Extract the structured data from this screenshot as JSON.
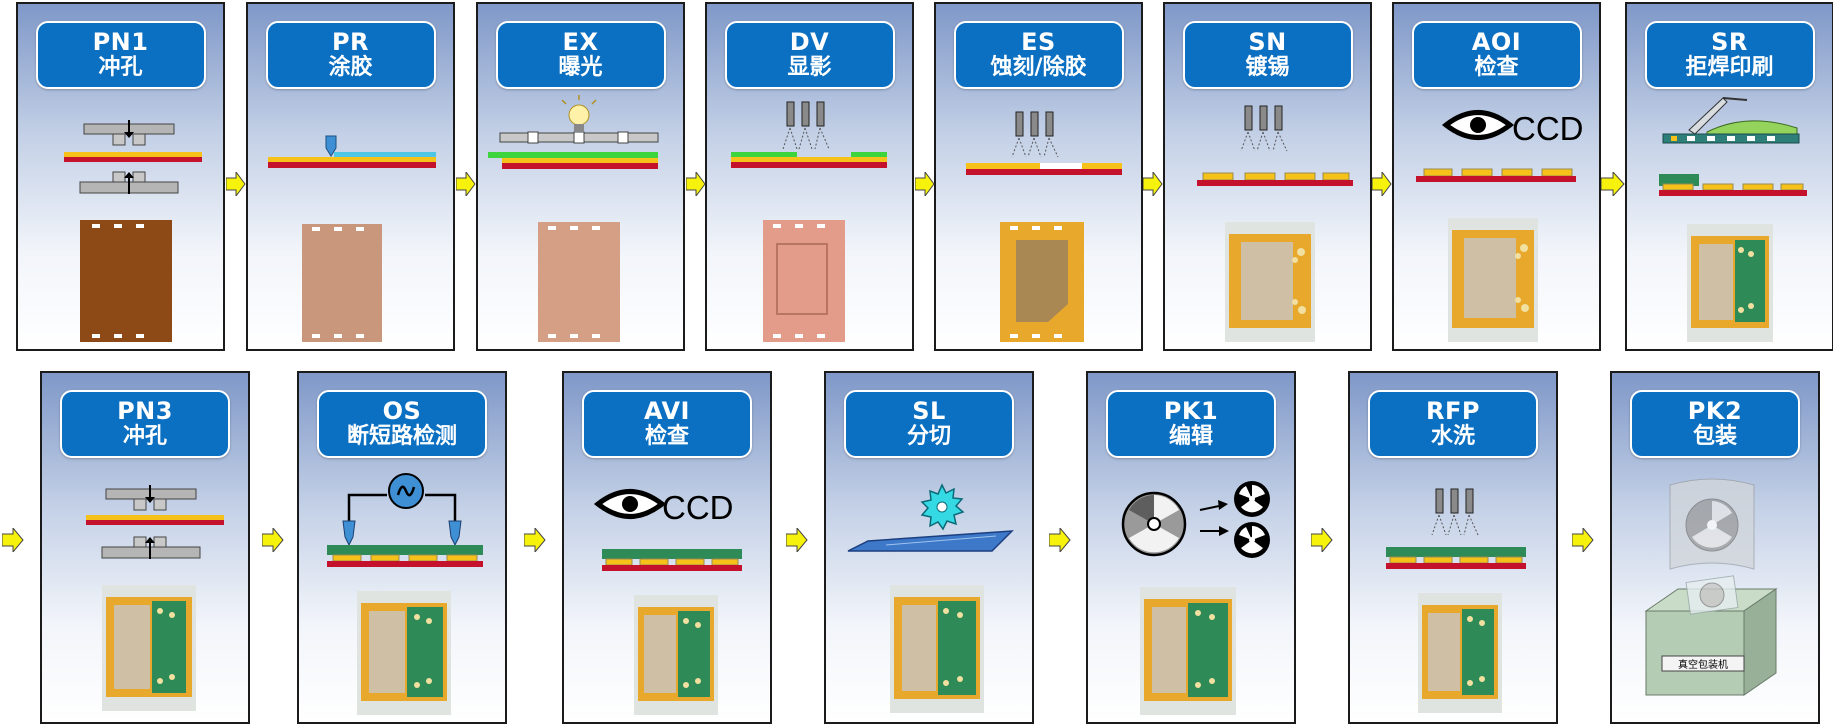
{
  "steps": [
    {
      "code": "PN1",
      "name": "冲孔"
    },
    {
      "code": "PR",
      "name": "涂胶"
    },
    {
      "code": "EX",
      "name": "曝光"
    },
    {
      "code": "DV",
      "name": "显影"
    },
    {
      "code": "ES",
      "name": "蚀刻/除胶"
    },
    {
      "code": "SN",
      "name": "镀锡"
    },
    {
      "code": "AOI",
      "name": "检查"
    },
    {
      "code": "SR",
      "name": "拒焊印刷"
    },
    {
      "code": "PN3",
      "name": "冲孔"
    },
    {
      "code": "OS",
      "name": "断短路检测"
    },
    {
      "code": "AVI",
      "name": "检查"
    },
    {
      "code": "SL",
      "name": "分切"
    },
    {
      "code": "PK1",
      "name": "编辑"
    },
    {
      "code": "RFP",
      "name": "水洗"
    },
    {
      "code": "PK2",
      "name": "包装"
    }
  ],
  "labels": {
    "ccd_aoi": "CCD",
    "ccd_avi": "CCD",
    "packing_machine": "真空包装机"
  },
  "colors": {
    "pill": "#0b6fc2",
    "arrow": "#f7f20c",
    "copper": "#f6c21a",
    "base": "#c4122d",
    "mask": "#2e8b57"
  }
}
